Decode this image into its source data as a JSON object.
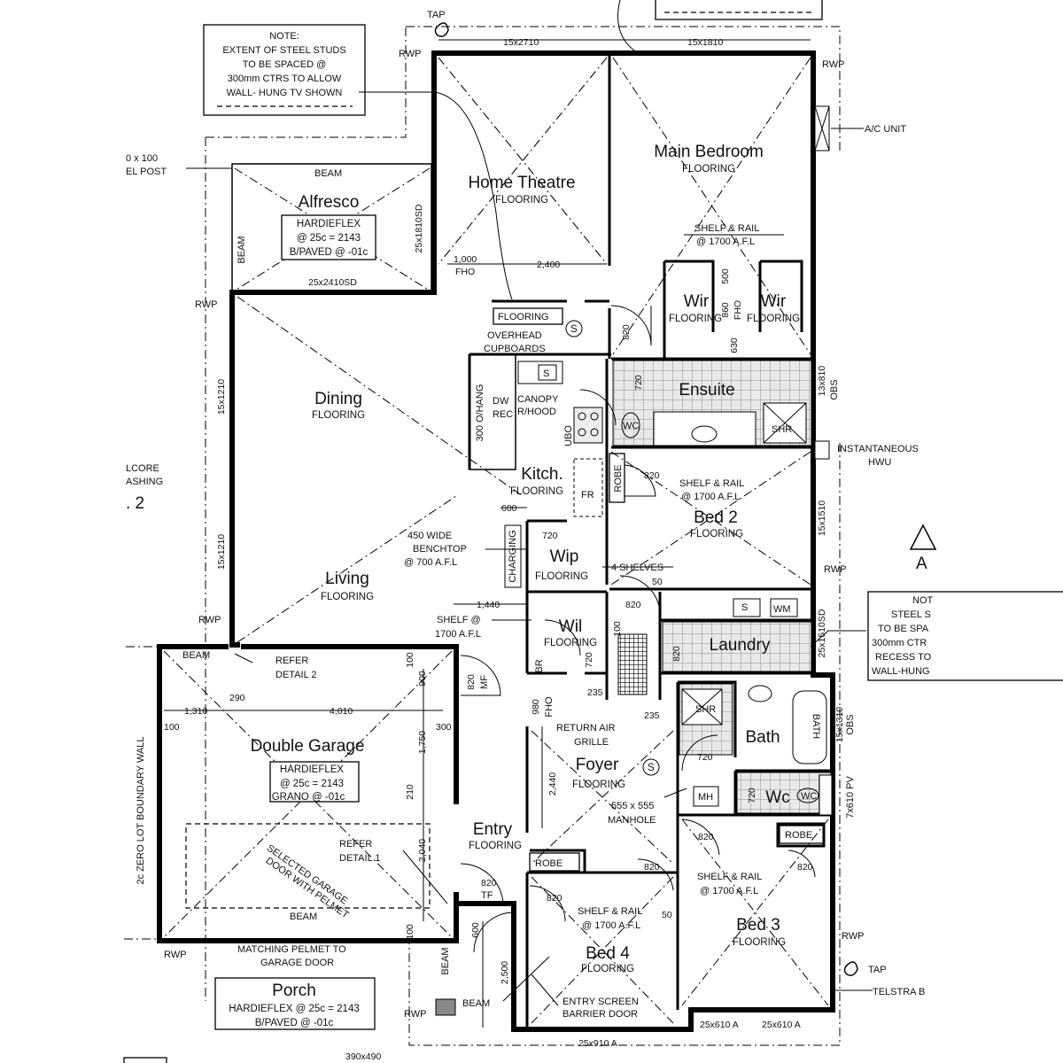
{
  "notes": {
    "top_left": [
      "NOTE:",
      "EXTENT OF STEEL STUDS",
      "TO BE SPACED @",
      "300mm CTRS TO ALLOW",
      "WALL- HUNG TV SHOWN"
    ],
    "right": [
      "NOT",
      "STEEL S",
      "TO BE SPA",
      "300mm CTR",
      "RECESS TO",
      "WALL-HUNG"
    ]
  },
  "rooms": {
    "home_theatre": {
      "name": "Home Theatre",
      "floor": "FLOORING"
    },
    "main_bedroom": {
      "name": "Main Bedroom",
      "floor": "FLOORING"
    },
    "alfresco": {
      "name": "Alfresco",
      "lines": [
        "HARDIEFLEX",
        "@ 25c = 2143",
        "B/PAVED @ -01c"
      ]
    },
    "dining": {
      "name": "Dining",
      "floor": "FLOORING"
    },
    "living": {
      "name": "Living",
      "floor": "FLOORING"
    },
    "kitchen": {
      "name": "Kitch.",
      "floor": "FLOORING"
    },
    "ensuite": {
      "name": "Ensuite"
    },
    "wir1": {
      "name": "Wir",
      "floor": "FLOORING"
    },
    "wir2": {
      "name": "Wir",
      "floor": "FLOORING"
    },
    "bed2": {
      "name": "Bed 2",
      "floor": "FLOORING"
    },
    "wip": {
      "name": "Wip",
      "floor": "FLOORING"
    },
    "wil": {
      "name": "Wil",
      "floor": "FLOORING"
    },
    "laundry": {
      "name": "Laundry"
    },
    "double_garage": {
      "name": "Double Garage",
      "lines": [
        "HARDIEFLEX",
        "@ 25c = 2143",
        "GRANO @ -01c"
      ]
    },
    "foyer": {
      "name": "Foyer",
      "floor": "FLOORING"
    },
    "bath": {
      "name": "Bath"
    },
    "wc": {
      "name": "Wc"
    },
    "entry": {
      "name": "Entry",
      "floor": "FLOORING"
    },
    "bed3": {
      "name": "Bed 3",
      "floor": "FLOORING"
    },
    "bed4": {
      "name": "Bed 4",
      "floor": "FLOORING"
    },
    "porch": {
      "name": "Porch",
      "lines": [
        "HARDIEFLEX @ 25c = 2143",
        "B/PAVED @ -01c"
      ]
    }
  },
  "labels": {
    "tap_top": "TAP",
    "rwp": "RWP",
    "ac_unit": "A/C UNIT",
    "post": [
      "0 x 100",
      "EL POST"
    ],
    "beam": "BEAM",
    "shelf_rail": [
      "SHELF & RAIL",
      "@ 1700 A.F.L"
    ],
    "flooring_box": "FLOORING",
    "overhead": [
      "OVERHEAD",
      "CUPBOARDS"
    ],
    "canopy": [
      "CANOPY",
      "R/HOOD"
    ],
    "ubo": "UBO",
    "dw": "DW",
    "rec": "REC",
    "fr": "FR",
    "robe": "ROBE",
    "oh_hang": "300 O/HANG",
    "s_sink": "S",
    "instant_hwu": [
      "INSTANTANEOUS",
      "HWU"
    ],
    "obs": "OBS",
    "alcore": [
      "LCORE",
      "ASHING",
      ". 2"
    ],
    "benchtop": [
      "450 WIDE",
      "BENCHTOP",
      "@ 700 A.F.L"
    ],
    "charging": "CHARGING",
    "four_shelves": "4 SHELVES",
    "shelf_1700": [
      "SHELF @",
      "1700 A.F.L"
    ],
    "section": "A",
    "wm": "WM",
    "shr": "SHR",
    "bath_fix": "BATH",
    "wc_fix": "WC",
    "return_air": [
      "RETURN AIR",
      "GRILLE"
    ],
    "manhole": [
      "555 x 555",
      "MANHOLE"
    ],
    "mh": "MH",
    "refer2": [
      "REFER",
      "DETAIL 2"
    ],
    "refer1": [
      "REFER",
      "DETAIL 1"
    ],
    "garage_door": [
      "SELECTED GARAGE",
      "DOOR WITH PELMET"
    ],
    "pelmet": [
      "MATCHING PELMET TO",
      "GARAGE DOOR"
    ],
    "boundary": "2c ZERO LOT BOUNDARY WALL",
    "entry_screen": [
      "ENTRY SCREEN",
      "BARRIER DOOR"
    ],
    "tap_bottom": "TAP",
    "telstra": "TELSTRA B",
    "tf": "TF",
    "br": "BR",
    "mf": "MF",
    "fho": "FHO",
    "pv": "7x610 PV"
  },
  "dims": {
    "d15x2710": "15x2710",
    "d15x1810": "15x1810",
    "d25x1810sd": "25x1810SD",
    "d1000": "1,000",
    "dfho": "FHO",
    "d2400": "2,400",
    "d25x2410sd": "25x2410SD",
    "d15x1210a": "15x1210",
    "d15x1210b": "15x1210",
    "d820": "820",
    "d720": "720",
    "d600": "600",
    "d500": "500",
    "d860": "860",
    "d630": "630",
    "d13x810": "13x810",
    "d15x1510": "15x1510",
    "d1440": "1,440",
    "d50": "50",
    "d25x1510sd": "25x1510SD",
    "d100": "100",
    "d1310": "1,310",
    "d290": "290",
    "d4010": "4,010",
    "d300": "300",
    "d900": "900",
    "d1750": "1,750",
    "d210": "210",
    "d2040": "2,040",
    "d980": "980",
    "d235": "235",
    "d2440": "2,440",
    "d15x1310": "15x1310",
    "d2500": "2,500",
    "d25x910a": "25x910 A",
    "d25x610a": "25x610 A",
    "d390x490": "390x490"
  }
}
